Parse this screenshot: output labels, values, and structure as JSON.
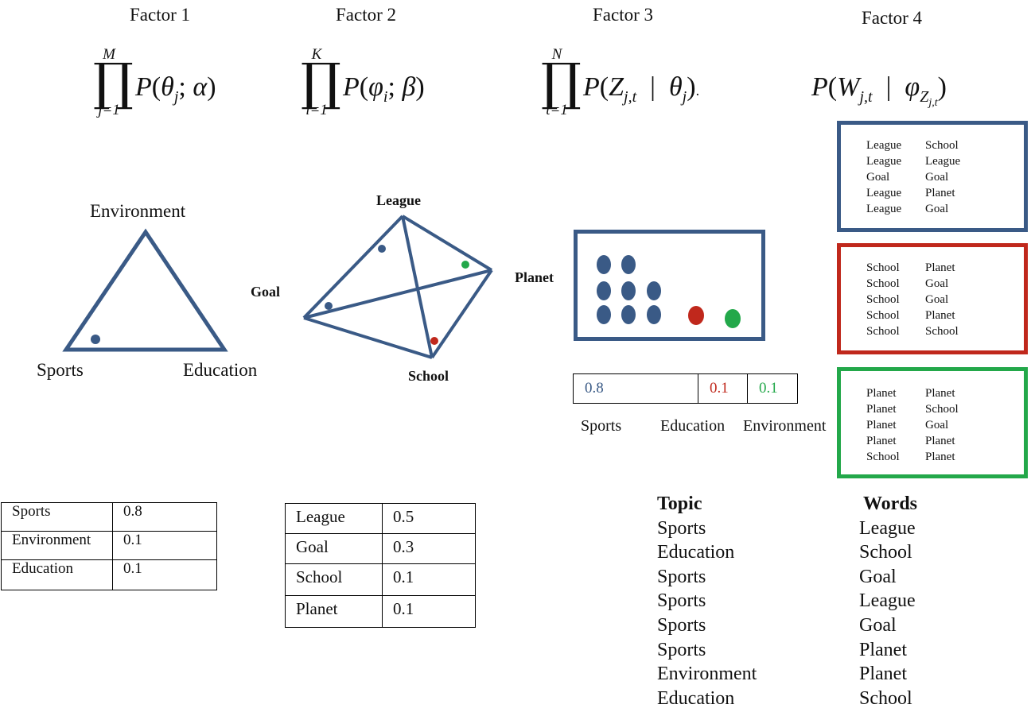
{
  "factors": [
    {
      "title": "Factor 1",
      "formula": {
        "upper": "M",
        "lower": "j=1",
        "var": "θ",
        "sub": "j",
        "param": "α"
      }
    },
    {
      "title": "Factor 2",
      "formula": {
        "upper": "K",
        "lower": "i=1",
        "var": "φ",
        "sub": "i",
        "param": "β"
      }
    },
    {
      "title": "Factor 3",
      "formula": {
        "upper": "N",
        "lower": "t=1"
      }
    },
    {
      "title": "Factor 4"
    }
  ],
  "topic_simplex": {
    "top": "Environment",
    "left": "Sports",
    "right": "Education"
  },
  "word_simplex": {
    "top": "League",
    "left": "Goal",
    "right": "Planet",
    "bottom": "School"
  },
  "topic_assignment": {
    "proportions": [
      {
        "value": "0.8",
        "color": "#3a5a86"
      },
      {
        "value": "0.1",
        "color": "#c0281c"
      },
      {
        "value": "0.1",
        "color": "#23a84a"
      }
    ],
    "labels": [
      "Sports",
      "Education",
      "Environment"
    ]
  },
  "word_boxes": [
    {
      "color": "#3a5a86",
      "rows": [
        [
          "League",
          "School"
        ],
        [
          "League",
          "League"
        ],
        [
          "Goal",
          "Goal"
        ],
        [
          "League",
          "Planet"
        ],
        [
          "League",
          "Goal"
        ]
      ]
    },
    {
      "color": "#c0281c",
      "rows": [
        [
          "School",
          "Planet"
        ],
        [
          "School",
          "Goal"
        ],
        [
          "School",
          "Goal"
        ],
        [
          "School",
          "Planet"
        ],
        [
          "School",
          "School"
        ]
      ]
    },
    {
      "color": "#23a84a",
      "rows": [
        [
          "Planet",
          "Planet"
        ],
        [
          "Planet",
          "School"
        ],
        [
          "Planet",
          "Goal"
        ],
        [
          "Planet",
          "Planet"
        ],
        [
          "School",
          "Planet"
        ]
      ]
    }
  ],
  "topic_table": [
    {
      "topic": "Sports",
      "value": "0.8"
    },
    {
      "topic": "Environment",
      "value": "0.1"
    },
    {
      "topic": "Education",
      "value": "0.1"
    }
  ],
  "word_table": [
    {
      "word": "League",
      "value": "0.5"
    },
    {
      "word": "Goal",
      "value": "0.3"
    },
    {
      "word": "School",
      "value": "0.1"
    },
    {
      "word": "Planet",
      "value": "0.1"
    }
  ],
  "topic_words": {
    "headers": {
      "topic": "Topic",
      "words": "Words"
    },
    "rows": [
      {
        "topic": "Sports",
        "word": "League"
      },
      {
        "topic": "Education",
        "word": "School"
      },
      {
        "topic": "Sports",
        "word": "Goal"
      },
      {
        "topic": "Sports",
        "word": "League"
      },
      {
        "topic": "Sports",
        "word": "Goal"
      },
      {
        "topic": "Sports",
        "word": "Planet"
      },
      {
        "topic": "Environment",
        "word": "Planet"
      },
      {
        "topic": "Education",
        "word": "School"
      }
    ]
  }
}
